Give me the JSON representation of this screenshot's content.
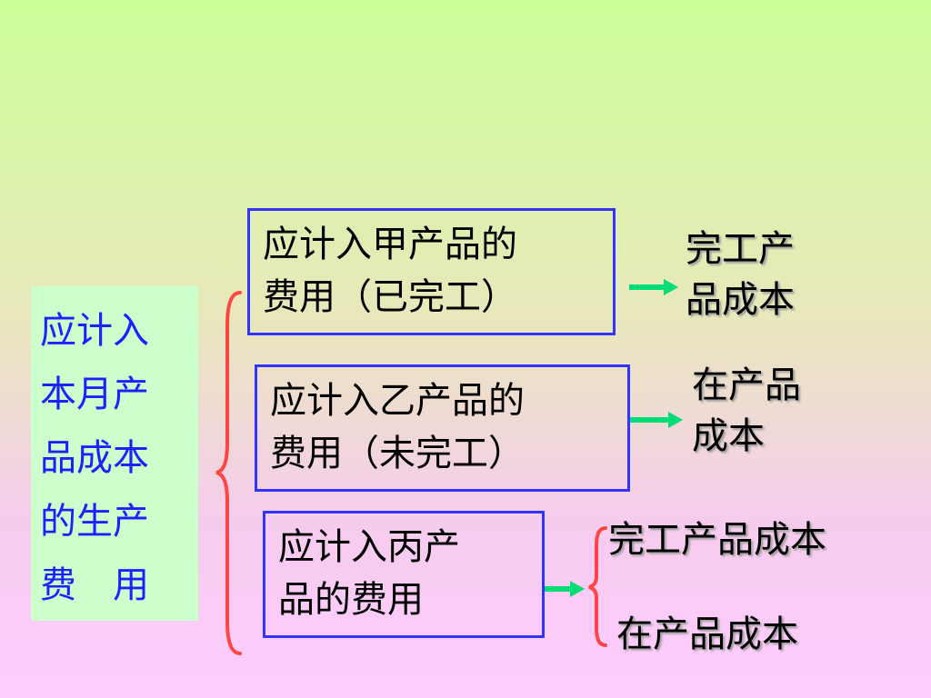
{
  "left_box": {
    "lines": [
      "应计入",
      "本月产",
      "品成本",
      "的生产",
      "费　用"
    ],
    "color": "#2020ff",
    "background": "#ccffcc"
  },
  "boxes": [
    {
      "lines": [
        "应计入甲产品的",
        "费用（已完工）"
      ]
    },
    {
      "lines": [
        "应计入乙产品的",
        "费用（未完工）"
      ]
    },
    {
      "lines": [
        "应计入丙产",
        "品的费用"
      ]
    }
  ],
  "results": {
    "jia": [
      "完工产",
      "品成本"
    ],
    "yi": [
      "在产品",
      "成本"
    ],
    "bing": [
      "完工产品成本",
      "在产品成本"
    ]
  },
  "colors": {
    "box_border": "#3333ff",
    "arrow": "#00dd77",
    "brace": "#ff4444"
  },
  "icons": {
    "arrow": "right-arrow-icon",
    "brace": "left-brace-icon"
  }
}
